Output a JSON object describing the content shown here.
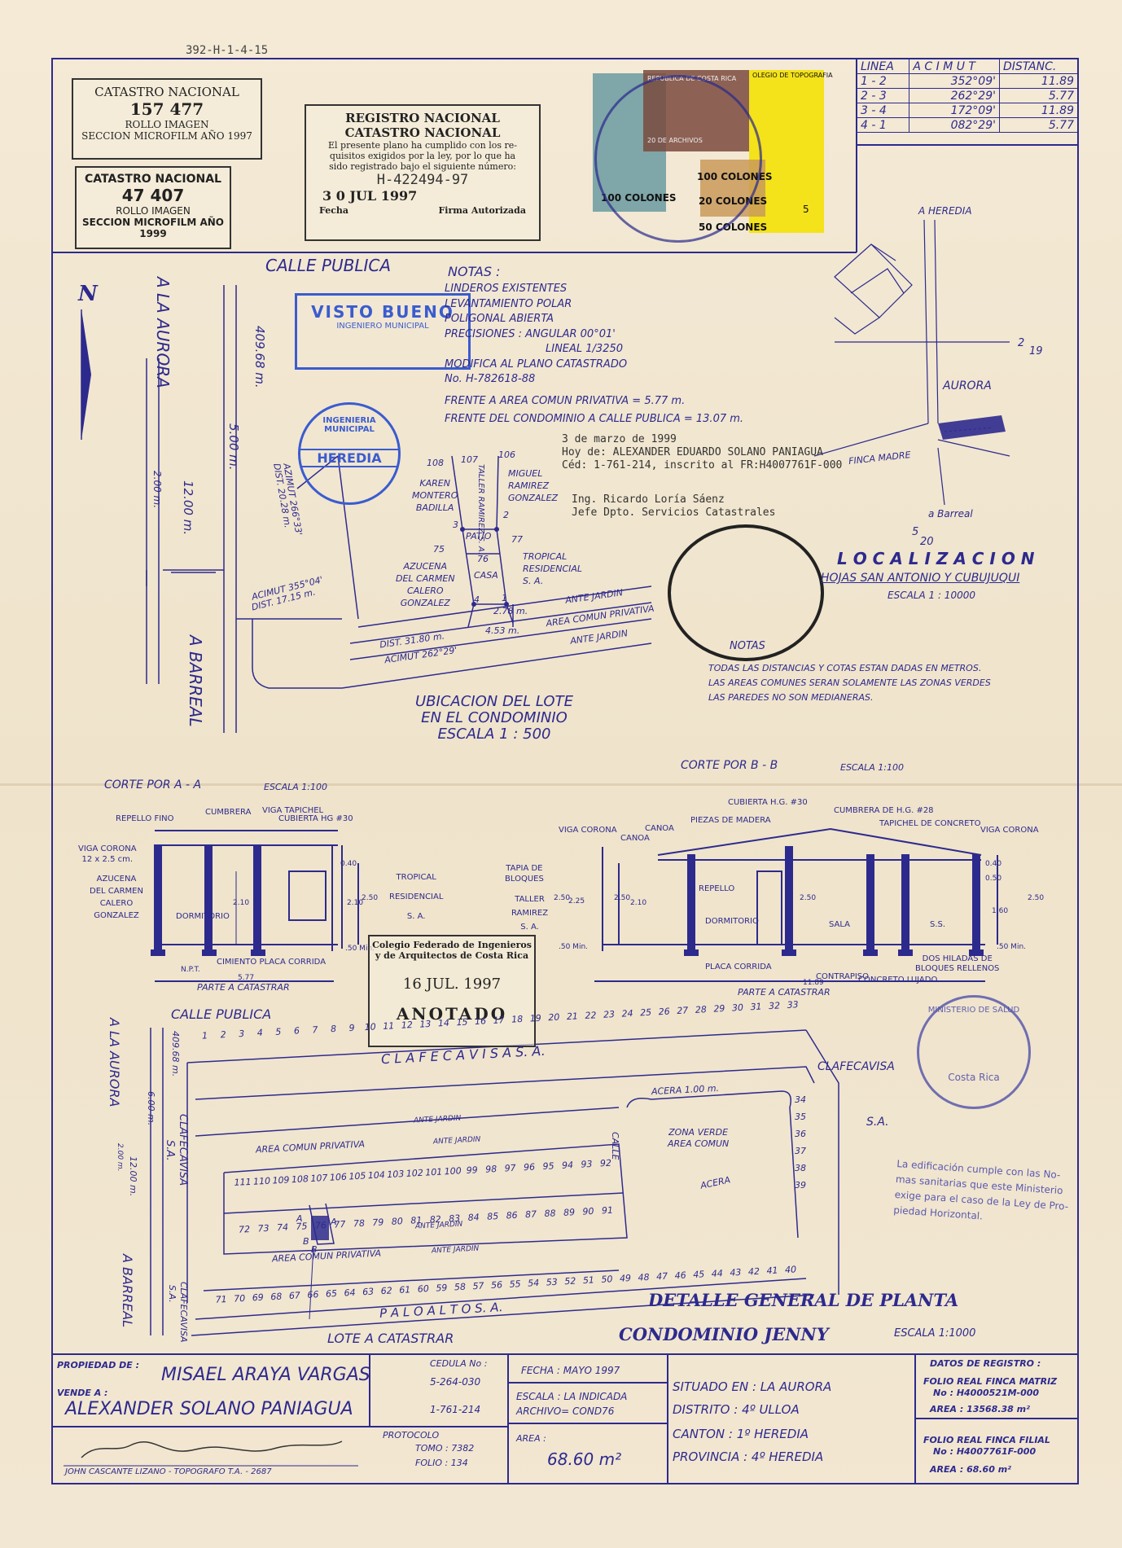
{
  "ref_code": "392-H-1-4-15",
  "catastro1": {
    "title": "CATASTRO NACIONAL",
    "number": "157 477",
    "line1": "ROLLO IMAGEN",
    "line2": "SECCION MICROFILM AÑO 1997"
  },
  "catastro2": {
    "title": "CATASTRO NACIONAL",
    "number": "47 407",
    "line1": "ROLLO    IMAGEN",
    "line2": "SECCION MICROFILM AÑO 1999"
  },
  "registro": {
    "title1": "REGISTRO NACIONAL",
    "title2": "CATASTRO NACIONAL",
    "text1": "El presente plano ha cumplido con los re-",
    "text2": "quisitos exigidos por la ley, por lo que ha",
    "text3": "sido registrado bajo el siguiente número:",
    "number": "H-422494-97",
    "date": "3 0 JUL 1997",
    "fecha": "Fecha",
    "firma": "Firma Autorizada"
  },
  "stamps_values": {
    "s1": "100 COLONES",
    "s2": "100 COLONES",
    "s3": "20 COLONES",
    "s4": "50 COLONES",
    "s5": "5",
    "topo": "OLEGIO DE TOPOGRAFIA",
    "republic": "REPUBLICA DE COSTA RICA",
    "archivos": "20 DE ARCHIVOS"
  },
  "line_table": {
    "headers": [
      "LINEA",
      "A C I M U T",
      "DISTANC."
    ],
    "rows": [
      [
        "1 - 2",
        "352°09'",
        "11.89"
      ],
      [
        "2 - 3",
        "262°29'",
        "5.77"
      ],
      [
        "3 - 4",
        "172°09'",
        "11.89"
      ],
      [
        "4 - 1",
        "082°29'",
        "5.77"
      ]
    ]
  },
  "street": {
    "calle_publica": "CALLE PUBLICA",
    "la_aurora": "A LA AURORA",
    "barreal": "A BARREAL",
    "north": "N",
    "dim_409": "409.68 m.",
    "dim_500": "5.00 m.",
    "dim_1200": "12.00 m.",
    "dim_200": "2.00 m.",
    "azimut1": "AZIMUT 266°33'",
    "dist1": "DIST. 20.28 m.",
    "azimut2": "ACIMUT 355°04'",
    "dist2": "DIST. 17.15 m.",
    "dist3": "DIST. 31.80 m.",
    "azimut3": "ACIMUT 262°29'",
    "d278": "2.78 m.",
    "d453": "4.53 m.",
    "ante_jardin": "ANTE JARDIN",
    "area_comun": "AREA COMUN PRIVATIVA",
    "ante_jardin2": "ANTE JARDIN"
  },
  "lot": {
    "l108": "108",
    "l107": "107",
    "l106": "106",
    "karen1": "KAREN",
    "karen2": "MONTERO",
    "karen3": "BADILLA",
    "taller1": "TALLER",
    "taller2": "RAMIREZ",
    "taller3": "S. A.",
    "miguel1": "MIGUEL",
    "miguel2": "RAMIREZ",
    "miguel3": "GONZALEZ",
    "patio": "PATIO",
    "casa": "CASA",
    "l75": "75",
    "l76": "76",
    "l77": "77",
    "p3": "3",
    "p2": "2",
    "p4": "4",
    "p1": "1",
    "azu1": "AZUCENA",
    "azu2": "DEL CARMEN",
    "azu3": "CALERO",
    "azu4": "GONZALEZ",
    "trop1": "TROPICAL",
    "trop2": "RESIDENCIAL",
    "trop3": "S. A."
  },
  "visto": {
    "line1": "VISTO BUENO",
    "line2": "INGENIERO MUNICIPAL"
  },
  "muni": {
    "text": "INGENIERIA MUNICIPAL",
    "city": "HEREDIA"
  },
  "notas": {
    "title": "NOTAS :",
    "l1": "LINDEROS EXISTENTES",
    "l2": "LEVANTAMIENTO POLAR",
    "l3": "POLIGONAL ABIERTA",
    "l4": "PRECISIONES : ANGULAR 00°01'",
    "l5": "LINEAL 1/3250",
    "l6": "MODIFICA AL PLANO CATASTRADO",
    "l7": "No.  H-782618-88",
    "l8": "FRENTE A AREA COMUN PRIVATIVA = 5.77 m.",
    "l9": "FRENTE DEL CONDOMINIO A CALLE PUBLICA = 13.07 m."
  },
  "typed": {
    "t1": "3 de marzo de 1999",
    "t2": "Hoy de: ALEXANDER EDUARDO SOLANO PANIAGUA",
    "t3": "Céd: 1-761-214, inscrito al FR:H4007761F-000",
    "t4": "Ing. Ricardo Loría Sáenz",
    "t5": "Jefe Dpto. Servicios Catastrales"
  },
  "ubicacion": {
    "l1": "UBICACION DEL LOTE",
    "l2": "EN EL CONDOMINIO",
    "l3": "ESCALA 1 : 500"
  },
  "map": {
    "heredia": "A HEREDIA",
    "aurora": "AURORA",
    "finca": "FINCA MADRE",
    "barreal": "a Barreal",
    "n219a": "2",
    "n219b": "19",
    "n520a": "5",
    "n520b": "20"
  },
  "localizacion": {
    "title": "L O C A L I Z A C I O N",
    "hojas": "HOJAS SAN ANTONIO Y CUBUJUQUI",
    "escala": "ESCALA   1 : 10000"
  },
  "notas2": {
    "title": "NOTAS",
    "l1": "TODAS LAS DISTANCIAS Y COTAS ESTAN DADAS EN METROS.",
    "l2": "LAS AREAS COMUNES SERAN SOLAMENTE LAS ZONAS VERDES",
    "l3": "LAS PAREDES NO SON MEDIANERAS."
  },
  "corteA": {
    "title": "CORTE POR A - A",
    "escala": "ESCALA 1:100",
    "repello": "REPELLO FINO",
    "cumbrera": "CUMBRERA",
    "viga_tap": "VIGA TAPICHEL",
    "cubierta": "CUBIERTA HG #30",
    "viga1": "VIGA CORONA",
    "viga2": "12 x 2.5 cm.",
    "azu1": "AZUCENA",
    "azu2": "DEL CARMEN",
    "azu3": "CALERO",
    "azu4": "GONZALEZ",
    "dorm": "DORMITORIO",
    "trop1": "TROPICAL",
    "trop2": "RESIDENCIAL",
    "trop3": "S. A.",
    "cimiento": "CIMIENTO PLACA CORRIDA",
    "npt": "N.P.T.",
    "d577": "5.77",
    "parte": "PARTE A CATASTRAR",
    "d210": "2.10",
    "d250": "2.50",
    "d040": "0.40",
    "d050": ".50 Min."
  },
  "corteB": {
    "title": "CORTE POR B - B",
    "escala": "ESCALA 1:100",
    "viga": "VIGA CORONA",
    "canoa1": "CANOA",
    "canoa2": "CANOA",
    "piezas": "PIEZAS DE MADERA",
    "cubierta": "CUBIERTA H.G. #30",
    "cumbrera": "CUMBRERA DE H.G. #28",
    "tapichel": "TAPICHEL DE CONCRETO",
    "viga2": "VIGA CORONA",
    "tapia1": "TAPIA DE",
    "tapia2": "BLOQUES",
    "taller1": "TALLER",
    "taller2": "RAMIREZ",
    "taller3": "S. A.",
    "repello": "REPELLO",
    "dorm": "DORMITORIO",
    "sala": "SALA",
    "ss": "S.S.",
    "placa": "PLACA CORRIDA",
    "contrapiso": "CONTRAPISO",
    "concreto": "CONCRETO LUJADO",
    "dos1": "DOS HILADAS DE",
    "dos2": "BLOQUES RELLENOS",
    "d1189": "11.89",
    "parte": "PARTE A CATASTRAR",
    "d250": "2.50",
    "d225": "2.25",
    "d210": "2.10",
    "d040": "0.40",
    "d050": "0.50",
    "d160": "1.60",
    "dmin": ".50 Min."
  },
  "colegio": {
    "l1": "Colegio Federado de Ingenieros",
    "l2": "y de Arquitectos de Costa Rica",
    "date": "16 JUL. 1997",
    "anotado": "ANOTADO"
  },
  "plan": {
    "calle": "CALLE PUBLICA",
    "aurora": "A LA AURORA",
    "barreal": "A BARREAL",
    "clafe_top": "C L A F E C A V I S A    S. A.",
    "clafe_right": "CLAFECAVISA",
    "sa_right": "S.A.",
    "clafe_left": "CLAFECAVISA",
    "sa_left": "S.A.",
    "clafe_left2": "CLAFECAVISA",
    "sa_left2": "S.A.",
    "palo": "P A L O      A L T O    S. A.",
    "lote": "LOTE A CATASTRAR",
    "acera1": "ACERA 1.00 m.",
    "acera2": "ACERA",
    "zona1": "ZONA VERDE",
    "zona2": "AREA COMUN",
    "calle_int": "CALLE",
    "area1": "AREA COMUN PRIVATIVA",
    "area2": "AREA COMUN PRIVATIVA",
    "ante1": "ANTE JARDIN",
    "ante2": "ANTE JARDIN",
    "ante3": "ANTE JARDIN",
    "ante4": "ANTE JARDIN",
    "d409": "409.68 m.",
    "d600": "6.00 m.",
    "d1200": "12.00 m.",
    "d200": "2.00 m.",
    "a_lbl": "A",
    "b_lbl": "B",
    "a2_lbl": "A",
    "b2_lbl": "B"
  },
  "detalle": {
    "l1": "DETALLE GENERAL DE PLANTA",
    "l2": "CONDOMINIO       JENNY",
    "escala": "ESCALA 1:1000"
  },
  "salud": {
    "text": "MINISTERIO DE SALUD",
    "country": "Costa Rica",
    "note1": "La edificación cumple con las No-",
    "note2": "mas sanitarias que este Ministerio",
    "note3": "exige para el caso de la Ley de Pro-",
    "note4": "piedad Horizontal."
  },
  "titleblock": {
    "propiedad": "PROPIEDAD DE :",
    "owner": "MISAEL ARAYA VARGAS",
    "cedula_lbl": "CEDULA No :",
    "cedula": "5-264-030",
    "vende": "VENDE A :",
    "buyer": "ALEXANDER SOLANO PANIAGUA",
    "cedula2": "1-761-214",
    "protocolo": "PROTOCOLO",
    "tomo": "TOMO : 7382",
    "folio": "FOLIO : 134",
    "topografo": "JOHN CASCANTE LIZANO - TOPOGRAFO T.A. - 2687",
    "fecha": "FECHA : MAYO  1997",
    "escala": "ESCALA : LA INDICADA",
    "archivo": "ARCHIVO= COND76",
    "area_lbl": "AREA :",
    "area": "68.60 m²",
    "situado": "SITUADO EN :   LA AURORA",
    "distrito": "DISTRITO  :  4º    ULLOA",
    "canton": "CANTON  :   1º   HEREDIA",
    "provincia": "PROVINCIA  :  4º   HEREDIA",
    "datos": "DATOS DE REGISTRO :",
    "folio_m": "FOLIO REAL FINCA MATRIZ",
    "no_m": "No : H4000521M-000",
    "area_m": "AREA :   13568.38  m²",
    "folio_f": "FOLIO REAL FINCA FILIAL",
    "no_f": "No : H4007761F-000",
    "area_f": "AREA :      68.60  m²"
  },
  "lots_top": [
    "1",
    "2",
    "3",
    "4",
    "5",
    "6",
    "7",
    "8",
    "9",
    "10",
    "11",
    "12",
    "13",
    "14",
    "15",
    "16",
    "17",
    "18",
    "19",
    "20",
    "21",
    "22",
    "23",
    "24",
    "25",
    "26",
    "27",
    "28",
    "29",
    "30",
    "31",
    "32",
    "33"
  ],
  "lots_right": [
    "34",
    "35",
    "36",
    "37",
    "38",
    "39"
  ],
  "lots_bottom": [
    "71",
    "70",
    "69",
    "68",
    "67",
    "66",
    "65",
    "64",
    "63",
    "62",
    "61",
    "60",
    "59",
    "58",
    "57",
    "56",
    "55",
    "54",
    "53",
    "52",
    "51",
    "50",
    "49",
    "48",
    "47",
    "46",
    "45",
    "44",
    "43",
    "42",
    "41",
    "40"
  ],
  "lots_inner_top": [
    "111",
    "110",
    "109",
    "108",
    "107",
    "106",
    "105",
    "104",
    "103",
    "102",
    "101",
    "100",
    "99",
    "98",
    "97",
    "96",
    "95",
    "94",
    "93",
    "92"
  ],
  "lots_inner_bot": [
    "72",
    "73",
    "74",
    "75",
    "76",
    "77",
    "78",
    "79",
    "80",
    "81",
    "82",
    "83",
    "84",
    "85",
    "86",
    "87",
    "88",
    "89",
    "90",
    "91"
  ]
}
